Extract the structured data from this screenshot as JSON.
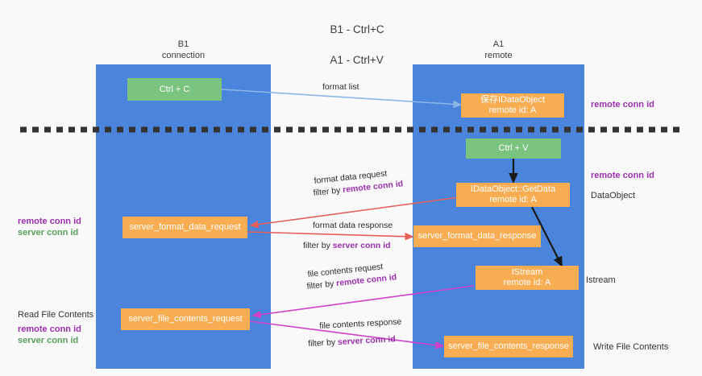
{
  "title": {
    "line1": "B1 - Ctrl+C",
    "line2": "A1 - Ctrl+V"
  },
  "lanes": [
    {
      "id": "b1",
      "name": "B1",
      "sub": "connection"
    },
    {
      "id": "a1",
      "name": "A1",
      "sub": "remote"
    }
  ],
  "colors": {
    "lane_blue": "#4a84db",
    "box_green": "#7ac47f",
    "box_orange": "#f9ad52",
    "arrow_lightblue": "#8ab6e8",
    "arrow_black": "#1a1a1a",
    "arrow_red": "#e8605a",
    "arrow_magenta": "#d040c8",
    "label_purple": "#9b2fae",
    "label_green": "#57a05a",
    "divider": "#333333",
    "background": "#f9f9f9"
  },
  "boxes": {
    "ctrl_c": {
      "line1": "Ctrl + C"
    },
    "save_idataobject": {
      "line1": "保存IDataObject",
      "line2": "remote id: A"
    },
    "ctrl_v": {
      "line1": "Ctrl + V"
    },
    "getdata": {
      "line1": "IDataObject::GetData",
      "line2": "remote id: A"
    },
    "server_format_data_request": {
      "line1": "server_format_data_request"
    },
    "server_format_data_response": {
      "line1": "server_format_data_response"
    },
    "istream": {
      "line1": "IStream",
      "line2": "remote id: A"
    },
    "server_file_contents_request": {
      "line1": "server_file_contents_request"
    },
    "server_file_contents_response": {
      "line1": "server_file_contents_response"
    }
  },
  "edge_labels": {
    "format_list": "format list",
    "format_data_request": "format data request",
    "format_data_request_filter_pre": "filter by ",
    "format_data_request_filter_key": "remote conn id",
    "format_data_response": "format data response",
    "format_data_response_filter_pre": "filter by ",
    "format_data_response_filter_key": "server conn id",
    "file_contents_request": "file contents request",
    "file_contents_request_filter_pre": "filter by ",
    "file_contents_request_filter_key": "remote conn id",
    "file_contents_response": "file contents response",
    "file_contents_response_filter_pre": "filter by ",
    "file_contents_response_filter_key": "server conn id"
  },
  "right_labels": {
    "remote_conn_id_top": "remote conn id",
    "remote_conn_id_mid": "remote conn id",
    "dataobject": "DataObject",
    "istream": "Istream",
    "write_file_contents": "Write File Contents"
  },
  "left_labels": {
    "mid_remote_conn_id": "remote conn id",
    "mid_server_conn_id": "server conn id",
    "read_file_contents": "Read File Contents",
    "bottom_remote_conn_id": "remote conn id",
    "bottom_server_conn_id": "server conn id"
  }
}
